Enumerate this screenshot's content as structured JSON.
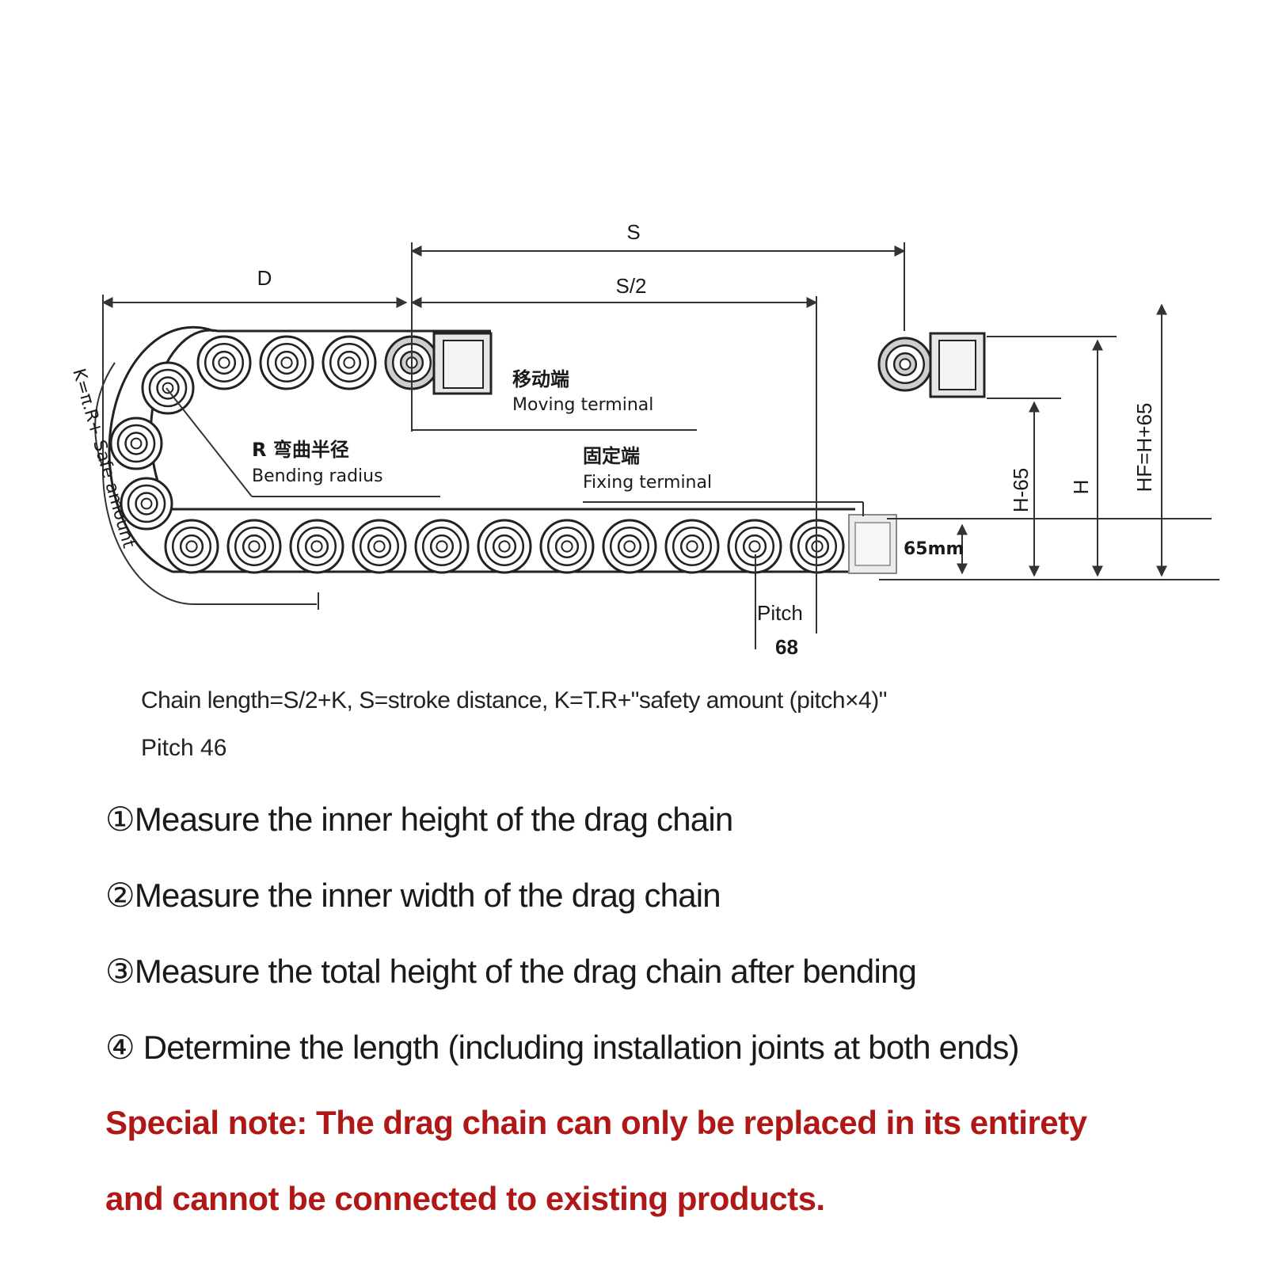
{
  "diagram": {
    "dim_s": "S",
    "dim_s_half": "S/2",
    "dim_d": "D",
    "moving_cn": "移动端",
    "moving_en": "Moving terminal",
    "fixing_cn": "固定端",
    "fixing_en": "Fixing terminal",
    "radius_cn": "R 弯曲半径",
    "radius_en": "Bending radius",
    "safe_amount": "K=π.R+ Safe amount",
    "inner_65": "65mm",
    "pitch_label": "Pitch",
    "pitch_value": "68",
    "h_minus": "H-65",
    "h": "H",
    "hf": "HF=H+65"
  },
  "formula": "Chain length=S/2+K, S=stroke distance, K=T.R+\"safety amount (pitch×4)\"",
  "pitch_note": "Pitch 46",
  "steps": [
    "①Measure the inner height of the drag chain",
    "②Measure the inner width of the drag chain",
    "③Measure the total height of the drag chain after bending",
    "④ Determine the length (including installation joints at both ends)"
  ],
  "note": [
    "Special note: The drag chain can only be replaced in its entirety",
    "and cannot be connected to existing products."
  ],
  "colors": {
    "note": "#b01818",
    "line": "#333333",
    "link_fill": "#ffffff",
    "terminal_fill": "#e6e6e6"
  }
}
